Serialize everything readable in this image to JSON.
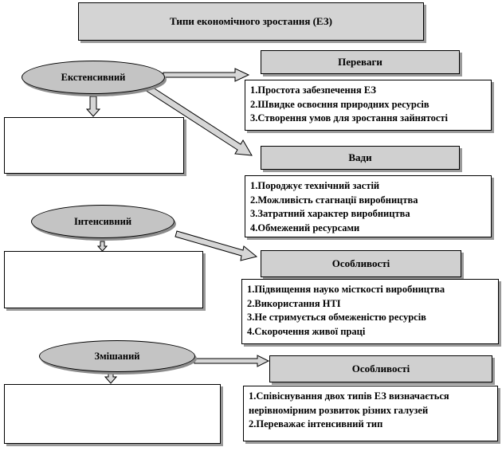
{
  "title": "Типи економічного зростання (ЕЗ)",
  "extensive": {
    "label": "Екстенсивний",
    "advantages": {
      "header": "Переваги",
      "items": [
        "1.Простота забезпечення ЕЗ",
        "2.Швидке освоєння природних ресурсів",
        "3.Створення умов для зростання зайнятості"
      ]
    },
    "disadvantages": {
      "header": "Вади",
      "items": [
        "1.Породжує технічний застій",
        "2.Можливість стагнації виробництва",
        "3.Затратний характер виробництва",
        "4.Обмежений ресурсами"
      ]
    }
  },
  "intensive": {
    "label": "Інтенсивний",
    "features": {
      "header": "Особливості",
      "items": [
        "1.Підвищення науко місткості виробництва",
        "2.Використання НТІ",
        "3.Не стримується обмеженістю ресурсів",
        "4.Скорочення живої праці"
      ]
    }
  },
  "mixed": {
    "label": "Змішаний",
    "features": {
      "header": "Особливості",
      "items": [
        "1.Співіснування двох типів ЕЗ визначається",
        "нерівномірним розвиток різних галузей",
        "2.Переважає інтенсивний тип"
      ]
    }
  }
}
